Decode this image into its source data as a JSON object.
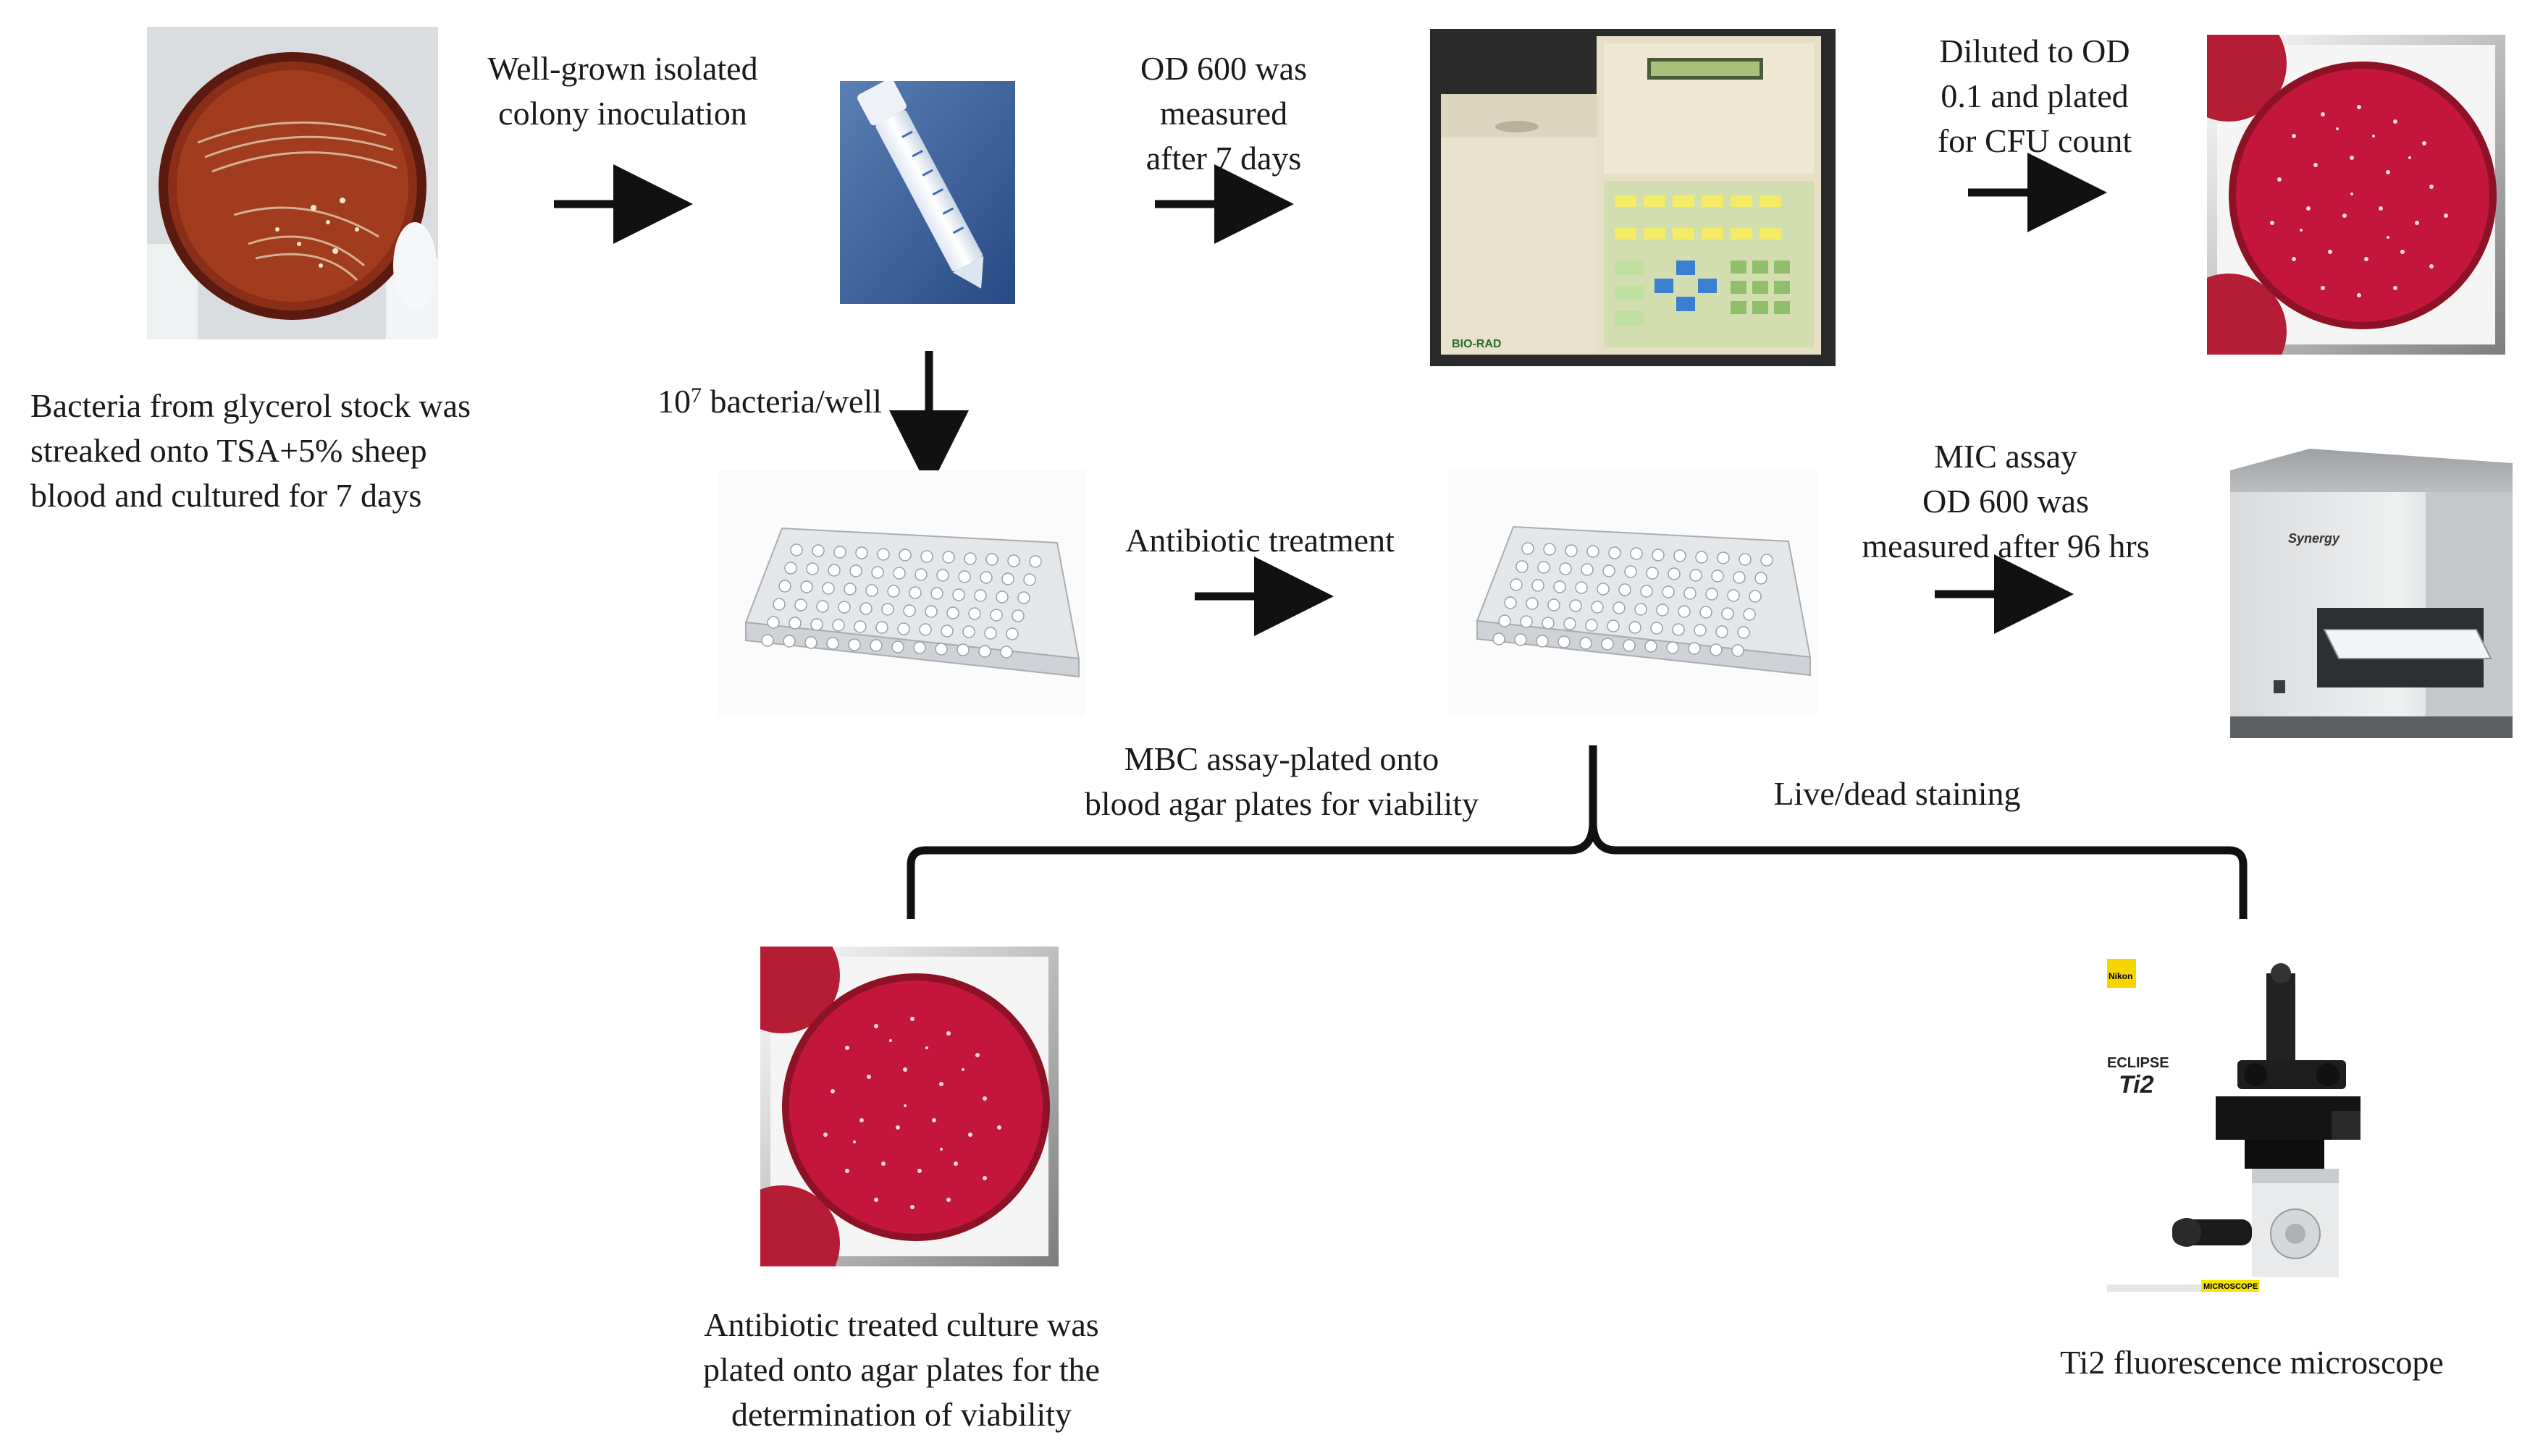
{
  "labels": {
    "bacteria_stock": [
      "Bacteria from glycerol stock was",
      "streaked onto TSA+5% sheep",
      "blood and cultured for 7 days"
    ],
    "inoculation": [
      "Well-grown isolated",
      "colony inoculation"
    ],
    "od_measure": [
      "OD 600 was",
      "measured",
      "after 7 days"
    ],
    "diluted": [
      "Diluted to OD",
      "0.1 and plated",
      "for CFU count"
    ],
    "bacteria_well_prefix": "10",
    "bacteria_well_exp": "7",
    "bacteria_well_suffix": " bacteria/well",
    "antibiotic": "Antibiotic treatment",
    "mic": [
      "MIC assay",
      "OD 600 was",
      "measured after 96 hrs"
    ],
    "mbc": [
      "MBC assay-plated onto",
      "blood agar plates for viability"
    ],
    "live_dead": "Live/dead staining",
    "treated_culture": [
      "Antibiotic treated culture was",
      "plated onto agar plates for the",
      "determination of viability"
    ],
    "microscope": "Ti2 fluorescence microscope"
  },
  "images": {
    "spectrophotometer_brand": "BIO-RAD",
    "plate_reader_brand": "Synergy",
    "microscope_brand": "Nikon",
    "microscope_product": "ECLIPSE",
    "microscope_model": "Ti2",
    "microscope_tagline": "MICROSCOPE"
  }
}
